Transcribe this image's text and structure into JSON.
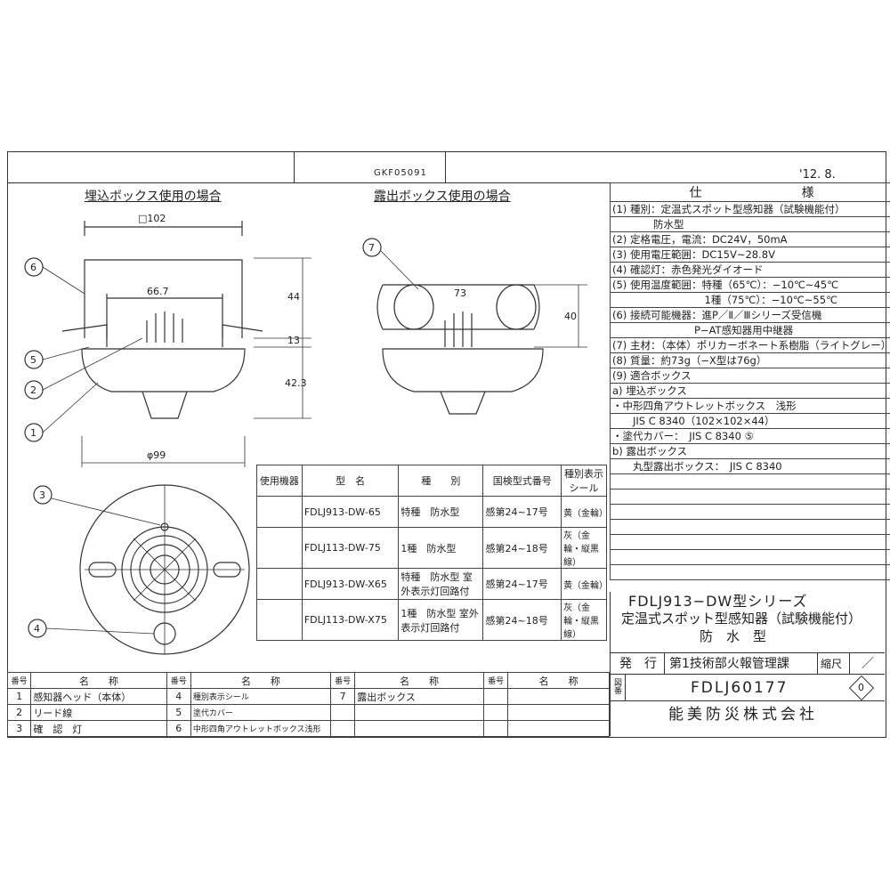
{
  "header": {
    "drawing_ref": "GKF05091",
    "date": "'12. 8."
  },
  "views": {
    "embedded_title": "埋込ボックス使用の場合",
    "exposed_title": "露出ボックス使用の場合",
    "dims": {
      "width_box": "□102",
      "inner": "66.7",
      "dia": "φ99",
      "h44": "44",
      "h13": "13",
      "h423": "42.3",
      "w73": "73",
      "h40": "40"
    },
    "callouts": [
      "1",
      "2",
      "3",
      "4",
      "5",
      "6",
      "7"
    ]
  },
  "spec": {
    "title": "仕　　　　　　　　様",
    "rows": [
      "(1) 種別：定温式スポット型感知器（試験機能付）",
      "　　　　防水型",
      "(2) 定格電圧，電流：DC24V，50mA",
      "(3) 使用電圧範囲：DC15V~28.8V",
      "(4) 確認灯：赤色発光ダイオード",
      "(5) 使用温度範囲：特種（65℃）：−10℃~45℃",
      "　　　　　　　　　1種（75℃）：−10℃~55℃",
      "(6) 接続可能機器：進P／Ⅱ／Ⅲシリーズ受信機",
      "　　　　　　　　P−AT感知器用中継器",
      "(7) 主材：（本体）ポリカーボネート系樹脂（ライトグレー）",
      "(8) 質量：約73g（−X型は76g）",
      "(9) 適合ボックス",
      " a) 埋込ボックス",
      " ・中形四角アウトレットボックス　浅形",
      "　　JIS C 8340（102×102×44）",
      " ・塗代カバー：　JIS C 8340 ⑤",
      " b) 露出ボックス",
      "　　丸型露出ボックス：　JIS C 8340"
    ]
  },
  "models": {
    "headers": [
      "使用機器",
      "型　名",
      "種　　別",
      "国検型式番号",
      "種別表示シール"
    ],
    "rows": [
      [
        "",
        "FDLJ913-DW-65",
        "特種　防水型",
        "感第24~17号",
        "黄（金輪）"
      ],
      [
        "",
        "FDLJ113-DW-75",
        "1種　防水型",
        "感第24~18号",
        "灰（金輪・縦黒線）"
      ],
      [
        "",
        "FDLJ913-DW-X65",
        "特種　防水型 室外表示灯回路付",
        "感第24~17号",
        "黄（金輪）"
      ],
      [
        "",
        "FDLJ113-DW-X75",
        "1種　防水型 室外表示灯回路付",
        "感第24~18号",
        "灰（金輪・縦黒線）"
      ]
    ]
  },
  "parts": {
    "h_no": "番号",
    "h_name": "名　　称",
    "rows": [
      [
        "1",
        "感知器ヘッド（本体）",
        "4",
        "種別表示シール",
        "7",
        "露出ボックス",
        "",
        ""
      ],
      [
        "2",
        "リード線",
        "5",
        "塗代カバー",
        "",
        "",
        "",
        ""
      ],
      [
        "3",
        "確　認　灯",
        "6",
        "中形四角アウトレットボックス浅形",
        "",
        "",
        "",
        ""
      ]
    ]
  },
  "title_block": {
    "series": "FDLJ913−DW型シリーズ",
    "product": "定温式スポット型感知器（試験機能付）",
    "type": "防　水　型",
    "issued_label": "発　行",
    "dept": "第1技術部火報管理課",
    "scale_label": "縮尺",
    "scale": "／",
    "drawing_no_label": "図番",
    "drawing_no": "FDLJ60177",
    "rev": "0",
    "company": "能美防災株式会社"
  }
}
